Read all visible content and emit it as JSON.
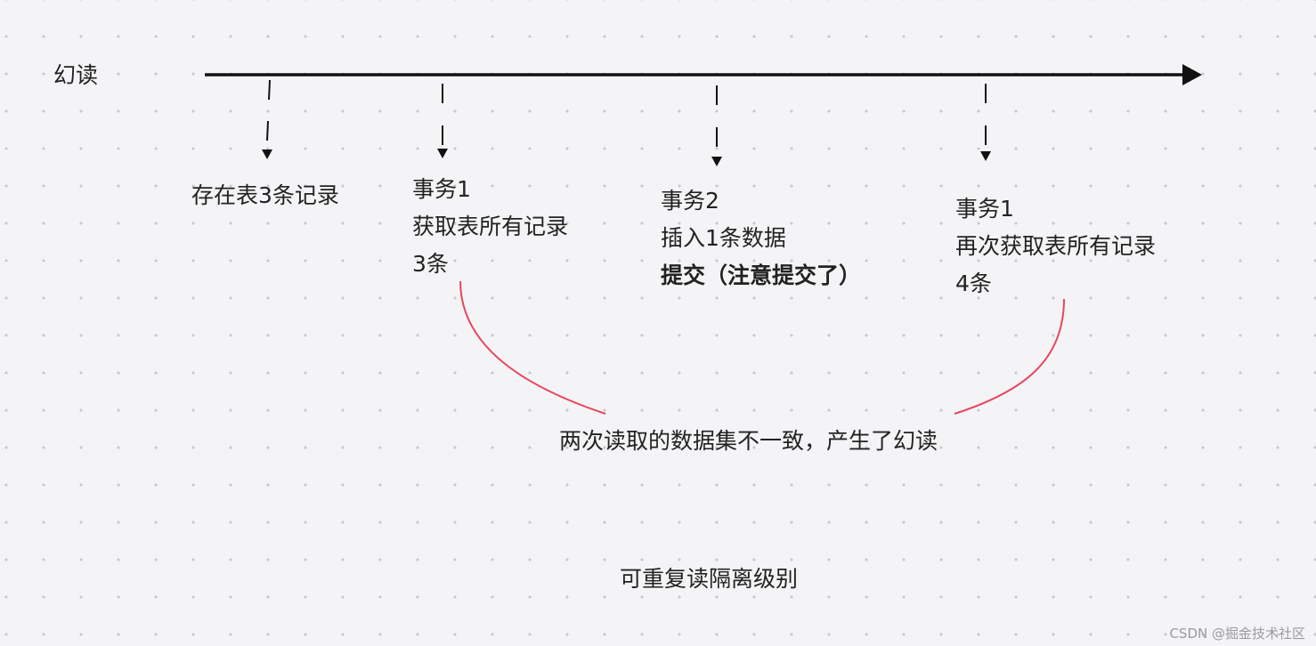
{
  "diagram": {
    "title": "幻读",
    "events": [
      {
        "lines": [
          "存在表3条记录"
        ]
      },
      {
        "lines": [
          "事务1",
          "获取表所有记录",
          "3条"
        ]
      },
      {
        "lines": [
          "事务2",
          "插入1条数据"
        ],
        "bold_line": "提交（注意提交了）"
      },
      {
        "lines": [
          "事务1",
          "再次获取表所有记录",
          "4条"
        ]
      }
    ],
    "conclusion": "两次读取的数据集不一致，产生了幻读",
    "caption": "可重复读隔离级别"
  },
  "watermark": "CSDN @掘金技术社区",
  "colors": {
    "background": "#f4f4f6",
    "axis": "#111111",
    "curve": "#e8475f",
    "text": "#222222"
  }
}
